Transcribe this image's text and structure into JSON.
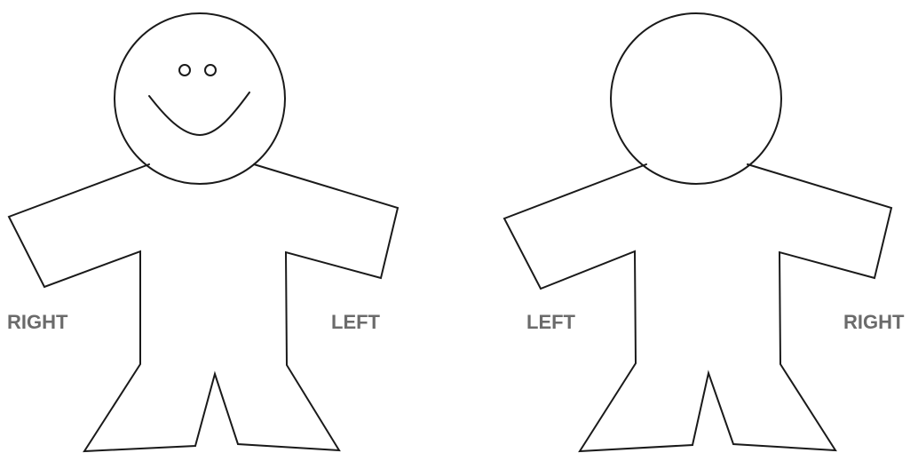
{
  "figures": [
    {
      "view": "front",
      "face": "smiling",
      "labels": {
        "left_side": "RIGHT",
        "right_side": "LEFT"
      }
    },
    {
      "view": "back",
      "face": "none",
      "labels": {
        "left_side": "LEFT",
        "right_side": "RIGHT"
      }
    }
  ],
  "colors": {
    "outline": "#1a1a1a",
    "label": "#6b6b6b",
    "background": "#ffffff"
  }
}
